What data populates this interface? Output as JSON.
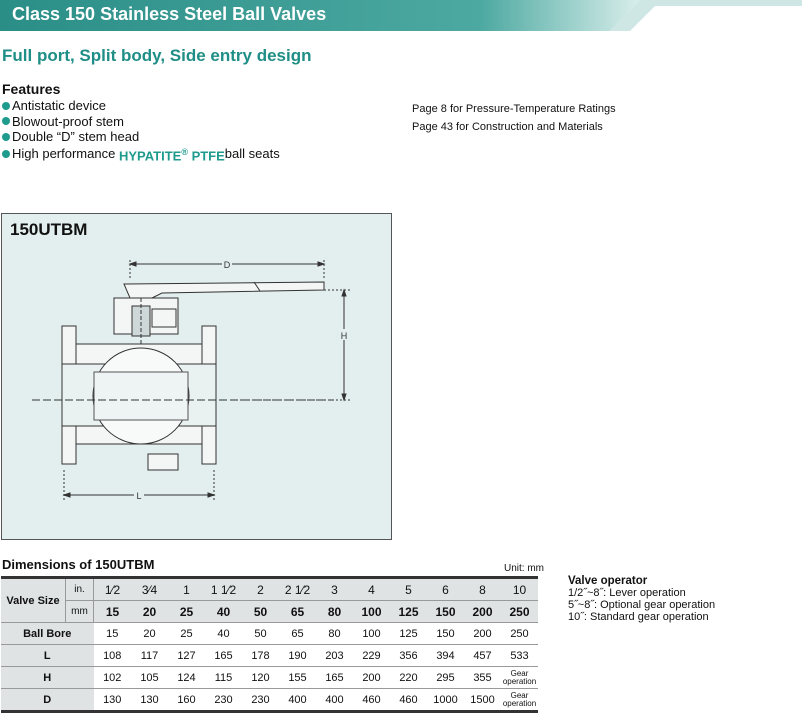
{
  "header": {
    "title": "Class 150 Stainless Steel Ball Valves",
    "subtitle": "Full port, Split body, Side entry design"
  },
  "features": {
    "heading": "Features",
    "items": [
      "Antistatic device",
      "Blowout-proof stem",
      "Double “D” stem head"
    ],
    "last_prefix": "High performance ",
    "last_brand": "HYPATITE",
    "last_reg": "®",
    "last_material": " PTFE",
    "last_suffix": " ball seats"
  },
  "references": [
    {
      "page": "Page   8",
      "text": "for Pressure-Temperature Ratings"
    },
    {
      "page": "Page 43",
      "text": "for Construction and Materials"
    }
  ],
  "drawing": {
    "model": "150UTBM",
    "dim_d": "D",
    "dim_h": "H",
    "dim_l": "L"
  },
  "dimensions": {
    "title": "Dimensions of 150UTBM",
    "unit": "Unit: mm",
    "valve_size_label": "Valve Size",
    "in_label": "in.",
    "mm_label": "mm",
    "sizes_in": [
      "1⁄2",
      "3⁄4",
      "1",
      "1 1⁄2",
      "2",
      "2 1⁄2",
      "3",
      "4",
      "5",
      "6",
      "8",
      "10"
    ],
    "sizes_mm": [
      "15",
      "20",
      "25",
      "40",
      "50",
      "65",
      "80",
      "100",
      "125",
      "150",
      "200",
      "250"
    ],
    "rows": [
      {
        "label": "Ball Bore",
        "values": [
          "15",
          "20",
          "25",
          "40",
          "50",
          "65",
          "80",
          "100",
          "125",
          "150",
          "200",
          "250"
        ]
      },
      {
        "label": "L",
        "values": [
          "108",
          "117",
          "127",
          "165",
          "178",
          "190",
          "203",
          "229",
          "356",
          "394",
          "457",
          "533"
        ]
      },
      {
        "label": "H",
        "values": [
          "102",
          "105",
          "124",
          "115",
          "120",
          "155",
          "165",
          "200",
          "220",
          "295",
          "355",
          "Gear operation"
        ]
      },
      {
        "label": "D",
        "values": [
          "130",
          "130",
          "160",
          "230",
          "230",
          "400",
          "400",
          "460",
          "460",
          "1000",
          "1500",
          "Gear operation"
        ]
      }
    ]
  },
  "operator": {
    "title": "Valve operator",
    "lines": [
      "1/2˝~8˝: Lever operation",
      "5˝~8˝: Optional gear operation",
      "10˝: Standard gear operation"
    ]
  },
  "colors": {
    "title_bar": "#2b8f88",
    "accent": "#1f9b8e",
    "drawing_bg": "#e3eeee",
    "table_header": "#dfe3e3"
  }
}
